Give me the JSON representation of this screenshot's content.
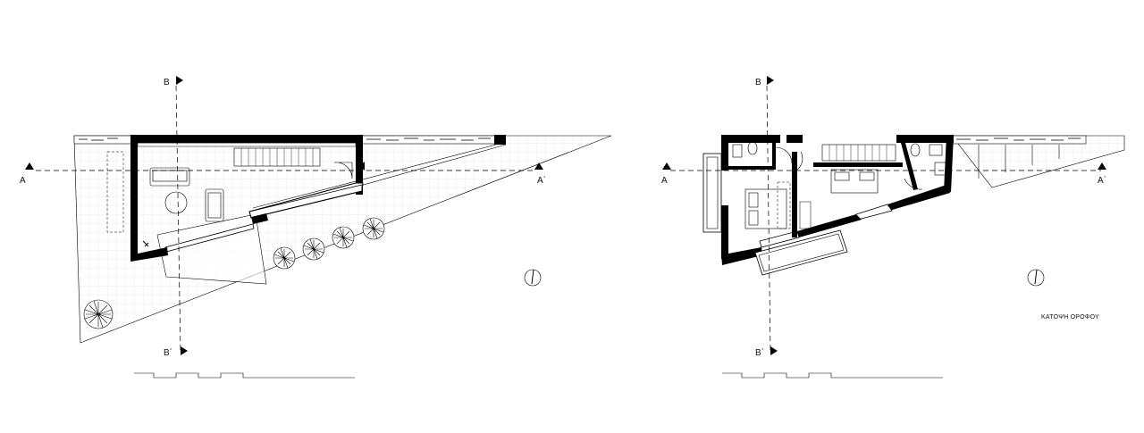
{
  "plans": {
    "ground": {
      "section_a_left": "A",
      "section_a_right": "A΄",
      "section_b_top": "B",
      "section_b_bottom": "B΄"
    },
    "upper": {
      "section_a_left": "A",
      "section_a_right": "A΄",
      "section_b_top": "B",
      "section_b_bottom": "B΄",
      "caption": "ΚΑΤΟΨΗ ΟΡΟΦΟΥ"
    }
  }
}
